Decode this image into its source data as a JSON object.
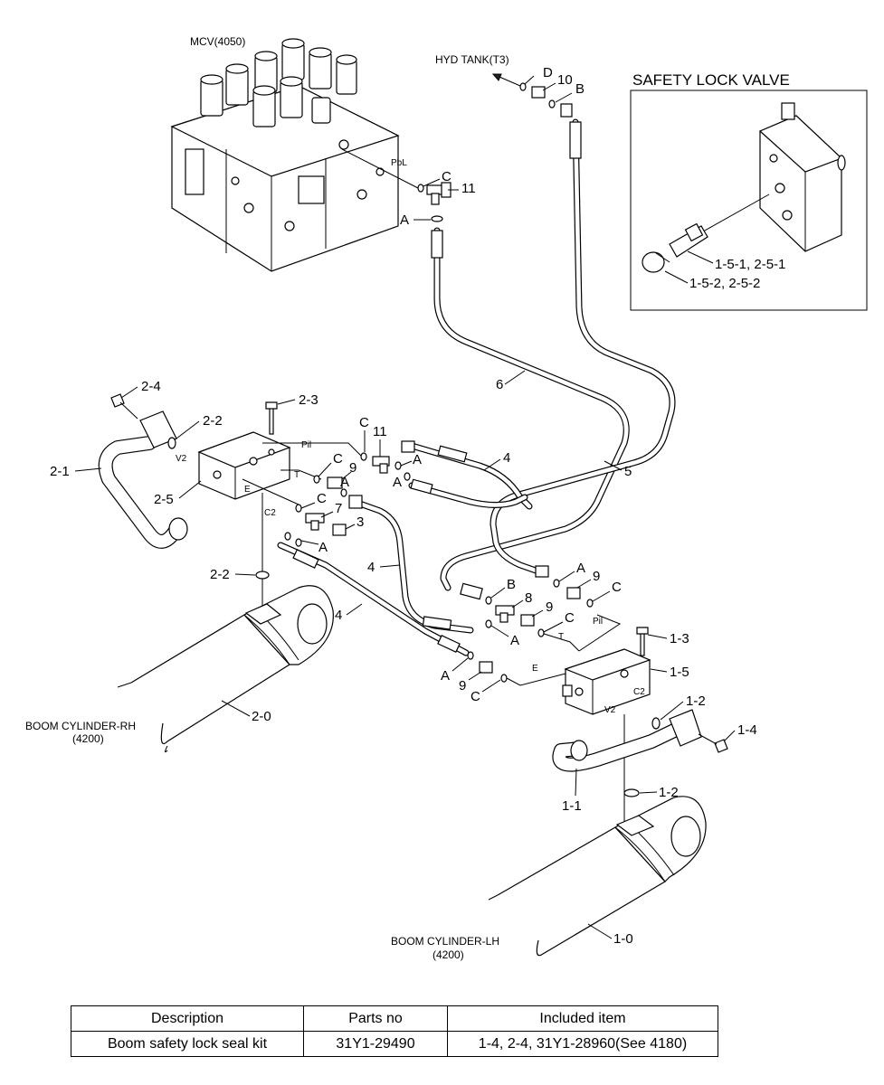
{
  "labels": {
    "mcv": "MCV(4050)",
    "hyd_tank": "HYD TANK(T3)",
    "safety_lock_title": "SAFETY LOCK VALVE",
    "boom_rh": "BOOM CYLINDER-RH",
    "boom_rh_ref": "(4200)",
    "boom_lh": "BOOM CYLINDER-LH",
    "boom_lh_ref": "(4200)",
    "pbl": "PbL",
    "pil": "Pil",
    "t": "T",
    "e": "E",
    "v2": "V2",
    "c2": "C2"
  },
  "callouts": {
    "d": "D",
    "n10": "10",
    "b": "B",
    "c": "C",
    "n11": "11",
    "a": "A",
    "slv_1": "1-5-1, 2-5-1",
    "slv_2": "1-5-2, 2-5-2",
    "n6": "6",
    "n5": "5",
    "n4": "4",
    "n9": "9",
    "n7": "7",
    "n3": "3",
    "n8": "8",
    "p2_4": "2-4",
    "p2_3": "2-3",
    "p2_2": "2-2",
    "p2_1": "2-1",
    "p2_5": "2-5",
    "p2_0": "2-0",
    "p1_3": "1-3",
    "p1_5": "1-5",
    "p1_2": "1-2",
    "p1_4": "1-4",
    "p1_1": "1-1",
    "p1_0": "1-0"
  },
  "table": {
    "headers": [
      "Description",
      "Parts no",
      "Included item"
    ],
    "rows": [
      [
        "Boom safety lock seal kit",
        "31Y1-29490",
        "1-4, 2-4, 31Y1-28960(See 4180)"
      ]
    ]
  }
}
